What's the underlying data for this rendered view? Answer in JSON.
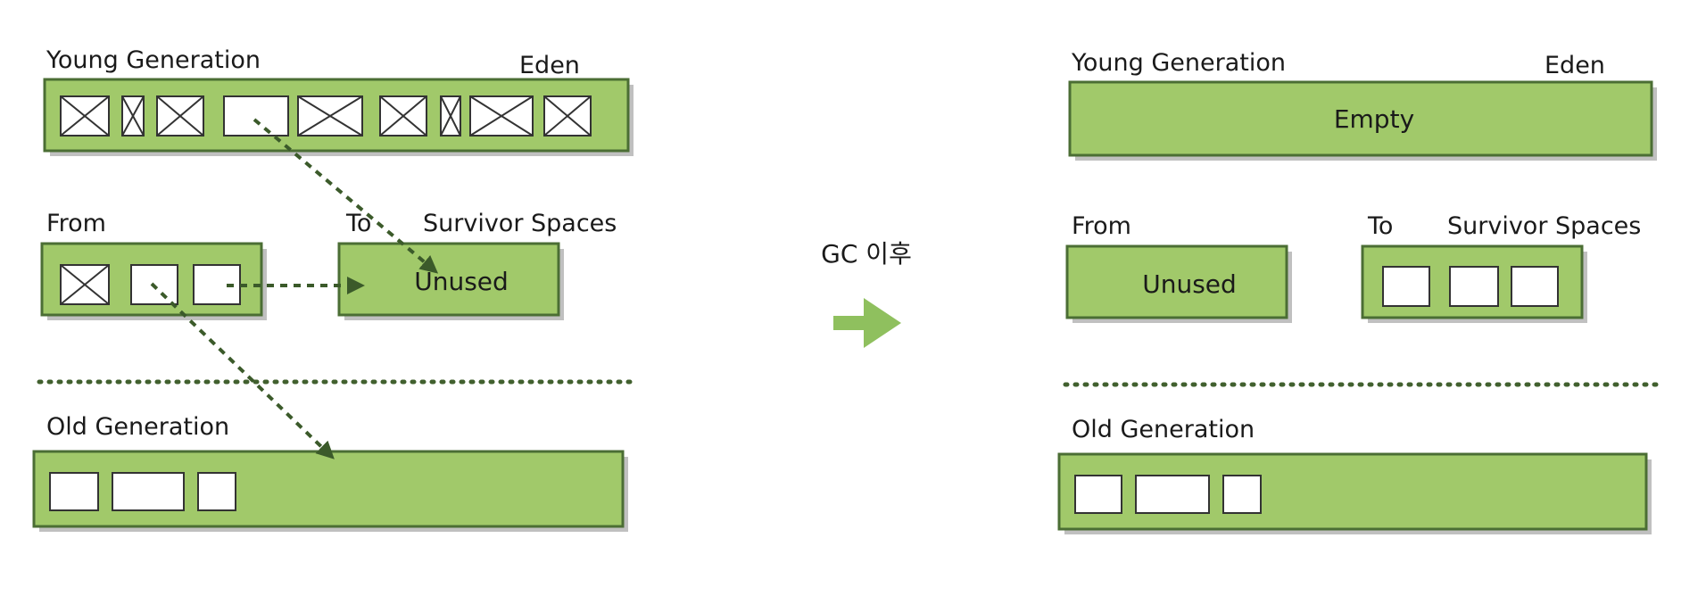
{
  "before": {
    "young_generation_label": "Young Generation",
    "eden_label": "Eden",
    "from_label": "From",
    "to_label": "To",
    "survivor_spaces_label": "Survivor Spaces",
    "to_space_text": "Unused",
    "old_generation_label": "Old Generation"
  },
  "transition": {
    "label": "GC 이후",
    "arrow_icon": "right-arrow-icon"
  },
  "after": {
    "young_generation_label": "Young Generation",
    "eden_label": "Eden",
    "eden_text": "Empty",
    "from_label": "From",
    "from_space_text": "Unused",
    "to_label": "To",
    "survivor_spaces_label": "Survivor Spaces",
    "old_generation_label": "Old Generation"
  },
  "colors": {
    "region_fill": "#a1c96a",
    "region_border": "#4b6e34",
    "arrow": "#3b5a2a",
    "gc_arrow": "#8fc05e"
  }
}
